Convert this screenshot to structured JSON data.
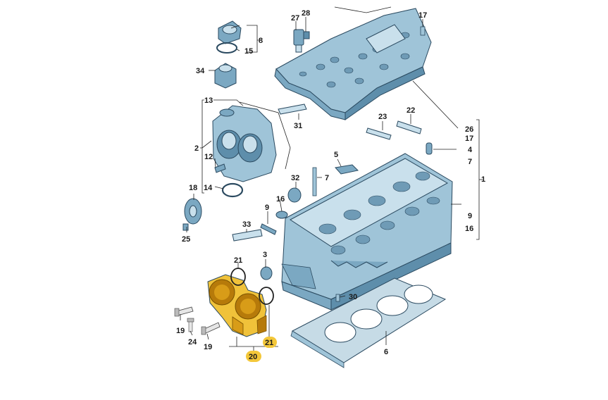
{
  "colors": {
    "part_blue": "#9fc4d8",
    "part_blue_dark": "#5e8eab",
    "highlight_gold": "#f0c23a",
    "highlight_badge": "#f3c73a",
    "outline": "#2b4a60"
  },
  "labels": {
    "l1": "1",
    "l2": "2",
    "l3": "3",
    "l4": "4",
    "l5": "5",
    "l6": "6",
    "l7a": "7",
    "l7b": "7",
    "l8": "8",
    "l9a": "9",
    "l9b": "9",
    "l12": "12",
    "l13": "13",
    "l14": "14",
    "l15": "15",
    "l16a": "16",
    "l16b": "16",
    "l17a": "17",
    "l17b": "17",
    "l18": "18",
    "l19a": "19",
    "l19b": "19",
    "l20": "20",
    "l21a": "21",
    "l21b": "21",
    "l22": "22",
    "l23": "23",
    "l24": "24",
    "l25": "25",
    "l26": "26",
    "l27": "27",
    "l28": "28",
    "l30": "30",
    "l31": "31",
    "l32": "32",
    "l33": "33",
    "l34": "34"
  }
}
